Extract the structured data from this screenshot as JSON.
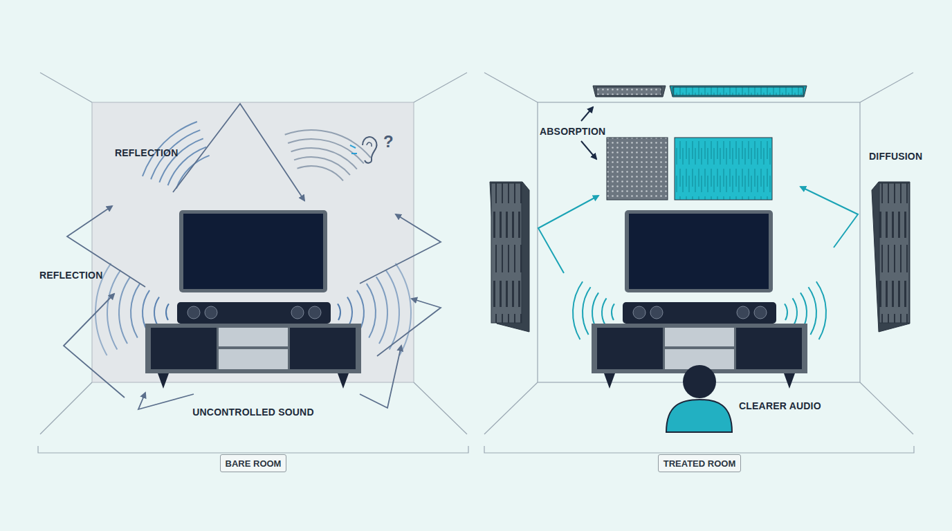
{
  "diagram": {
    "nodes": [
      {
        "text": [
          "BARE ROOM"
        ]
      },
      {
        "text": [
          "TREATED ROOM"
        ]
      }
    ],
    "labels": [
      "REFLECTION",
      "?",
      "REFLECTION",
      "UNCONTROLLED SOUND",
      "ABSORPTION",
      "DIFFUSION",
      "CLEARER AUDIO"
    ]
  }
}
